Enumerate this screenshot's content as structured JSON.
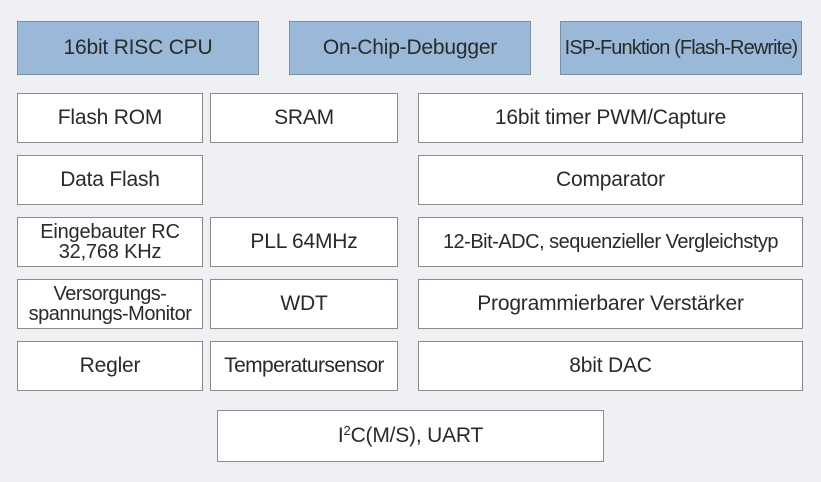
{
  "blocks": {
    "cpu": "16bit RISC CPU",
    "debugger": "On-Chip-Debugger",
    "isp": "ISP-Funktion (Flash-Rewrite)",
    "flash_rom": "Flash ROM",
    "sram": "SRAM",
    "timer": "16bit timer PWM/Capture",
    "data_flash": "Data Flash",
    "comparator": "Comparator",
    "rc_line1": "Eingebauter RC",
    "rc_line2": "32,768 KHz",
    "pll": "PLL 64MHz",
    "adc": "12-Bit-ADC, sequenzieller Vergleichstyp",
    "monitor_line1": "Versorgungs-",
    "monitor_line2": "spannungs-Monitor",
    "wdt": "WDT",
    "amplifier": "Programmierbarer Verstärker",
    "regulator": "Regler",
    "temp_sensor": "Temperatursensor",
    "dac": "8bit DAC",
    "i2c_prefix": "I",
    "i2c_sup": "2",
    "i2c_rest": "C(M/S), UART"
  }
}
